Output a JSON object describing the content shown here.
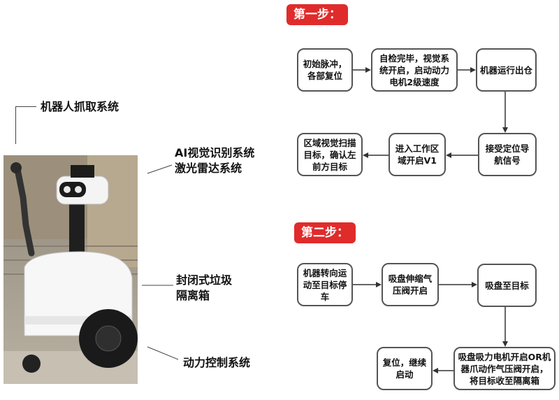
{
  "callouts": {
    "grab": "机器人抓取系统",
    "vision_line1": "AI视觉识别系统",
    "vision_line2": "激光雷达系统",
    "bin_line1": "封闭式垃圾",
    "bin_line2": "隔离箱",
    "power": "动力控制系统"
  },
  "steps": {
    "step1": "第一步：",
    "step2": "第二步："
  },
  "flow1": {
    "n1": "初始脉冲，各部复位",
    "n2": "自检完毕，视觉系统开启，启动动力电机2级速度",
    "n3": "机器运行出仓",
    "n4": "接受定位导航信号",
    "n5": "进入工作区域开启V1",
    "n6": "区域视觉扫描目标，确认左前方目标"
  },
  "flow2": {
    "n1": "机器转向运动至目标停车",
    "n2": "吸盘伸缩气压阀开启",
    "n3": "吸盘至目标",
    "n4": "吸盘吸力电机开启OR机器爪动作气压阀开启，将目标收至隔离箱",
    "n5": "复位，继续启动"
  }
}
